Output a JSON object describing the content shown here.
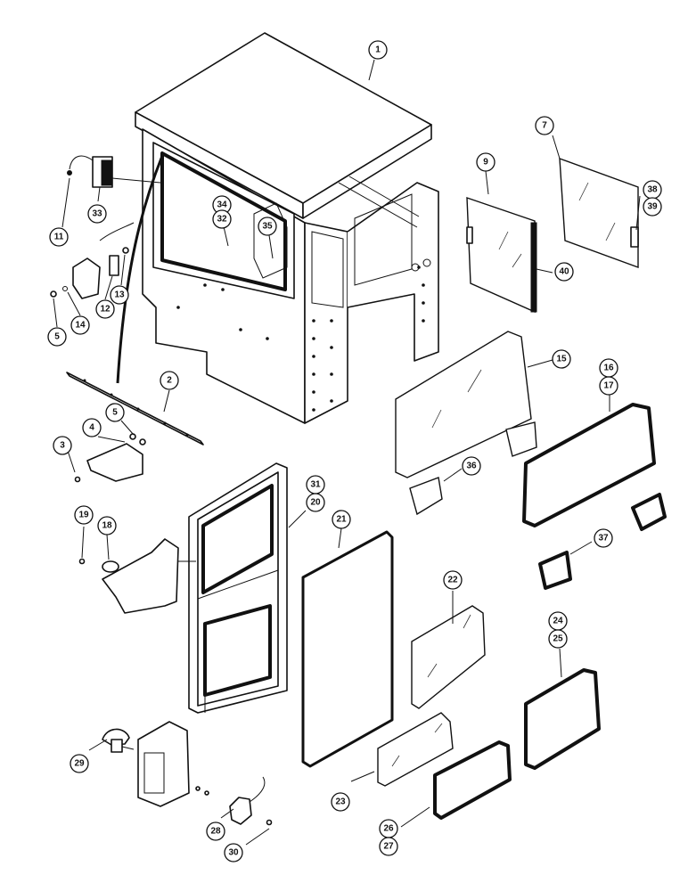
{
  "callouts": [
    "1",
    "2",
    "3",
    "4",
    "5",
    "5",
    "7",
    "9",
    "11",
    "12",
    "13",
    "14",
    "15",
    "16",
    "17",
    "18",
    "19",
    "20",
    "21",
    "22",
    "23",
    "24",
    "25",
    "26",
    "27",
    "28",
    "29",
    "30",
    "31",
    "32",
    "33",
    "34",
    "35",
    "36",
    "37",
    "38",
    "39",
    "40"
  ]
}
